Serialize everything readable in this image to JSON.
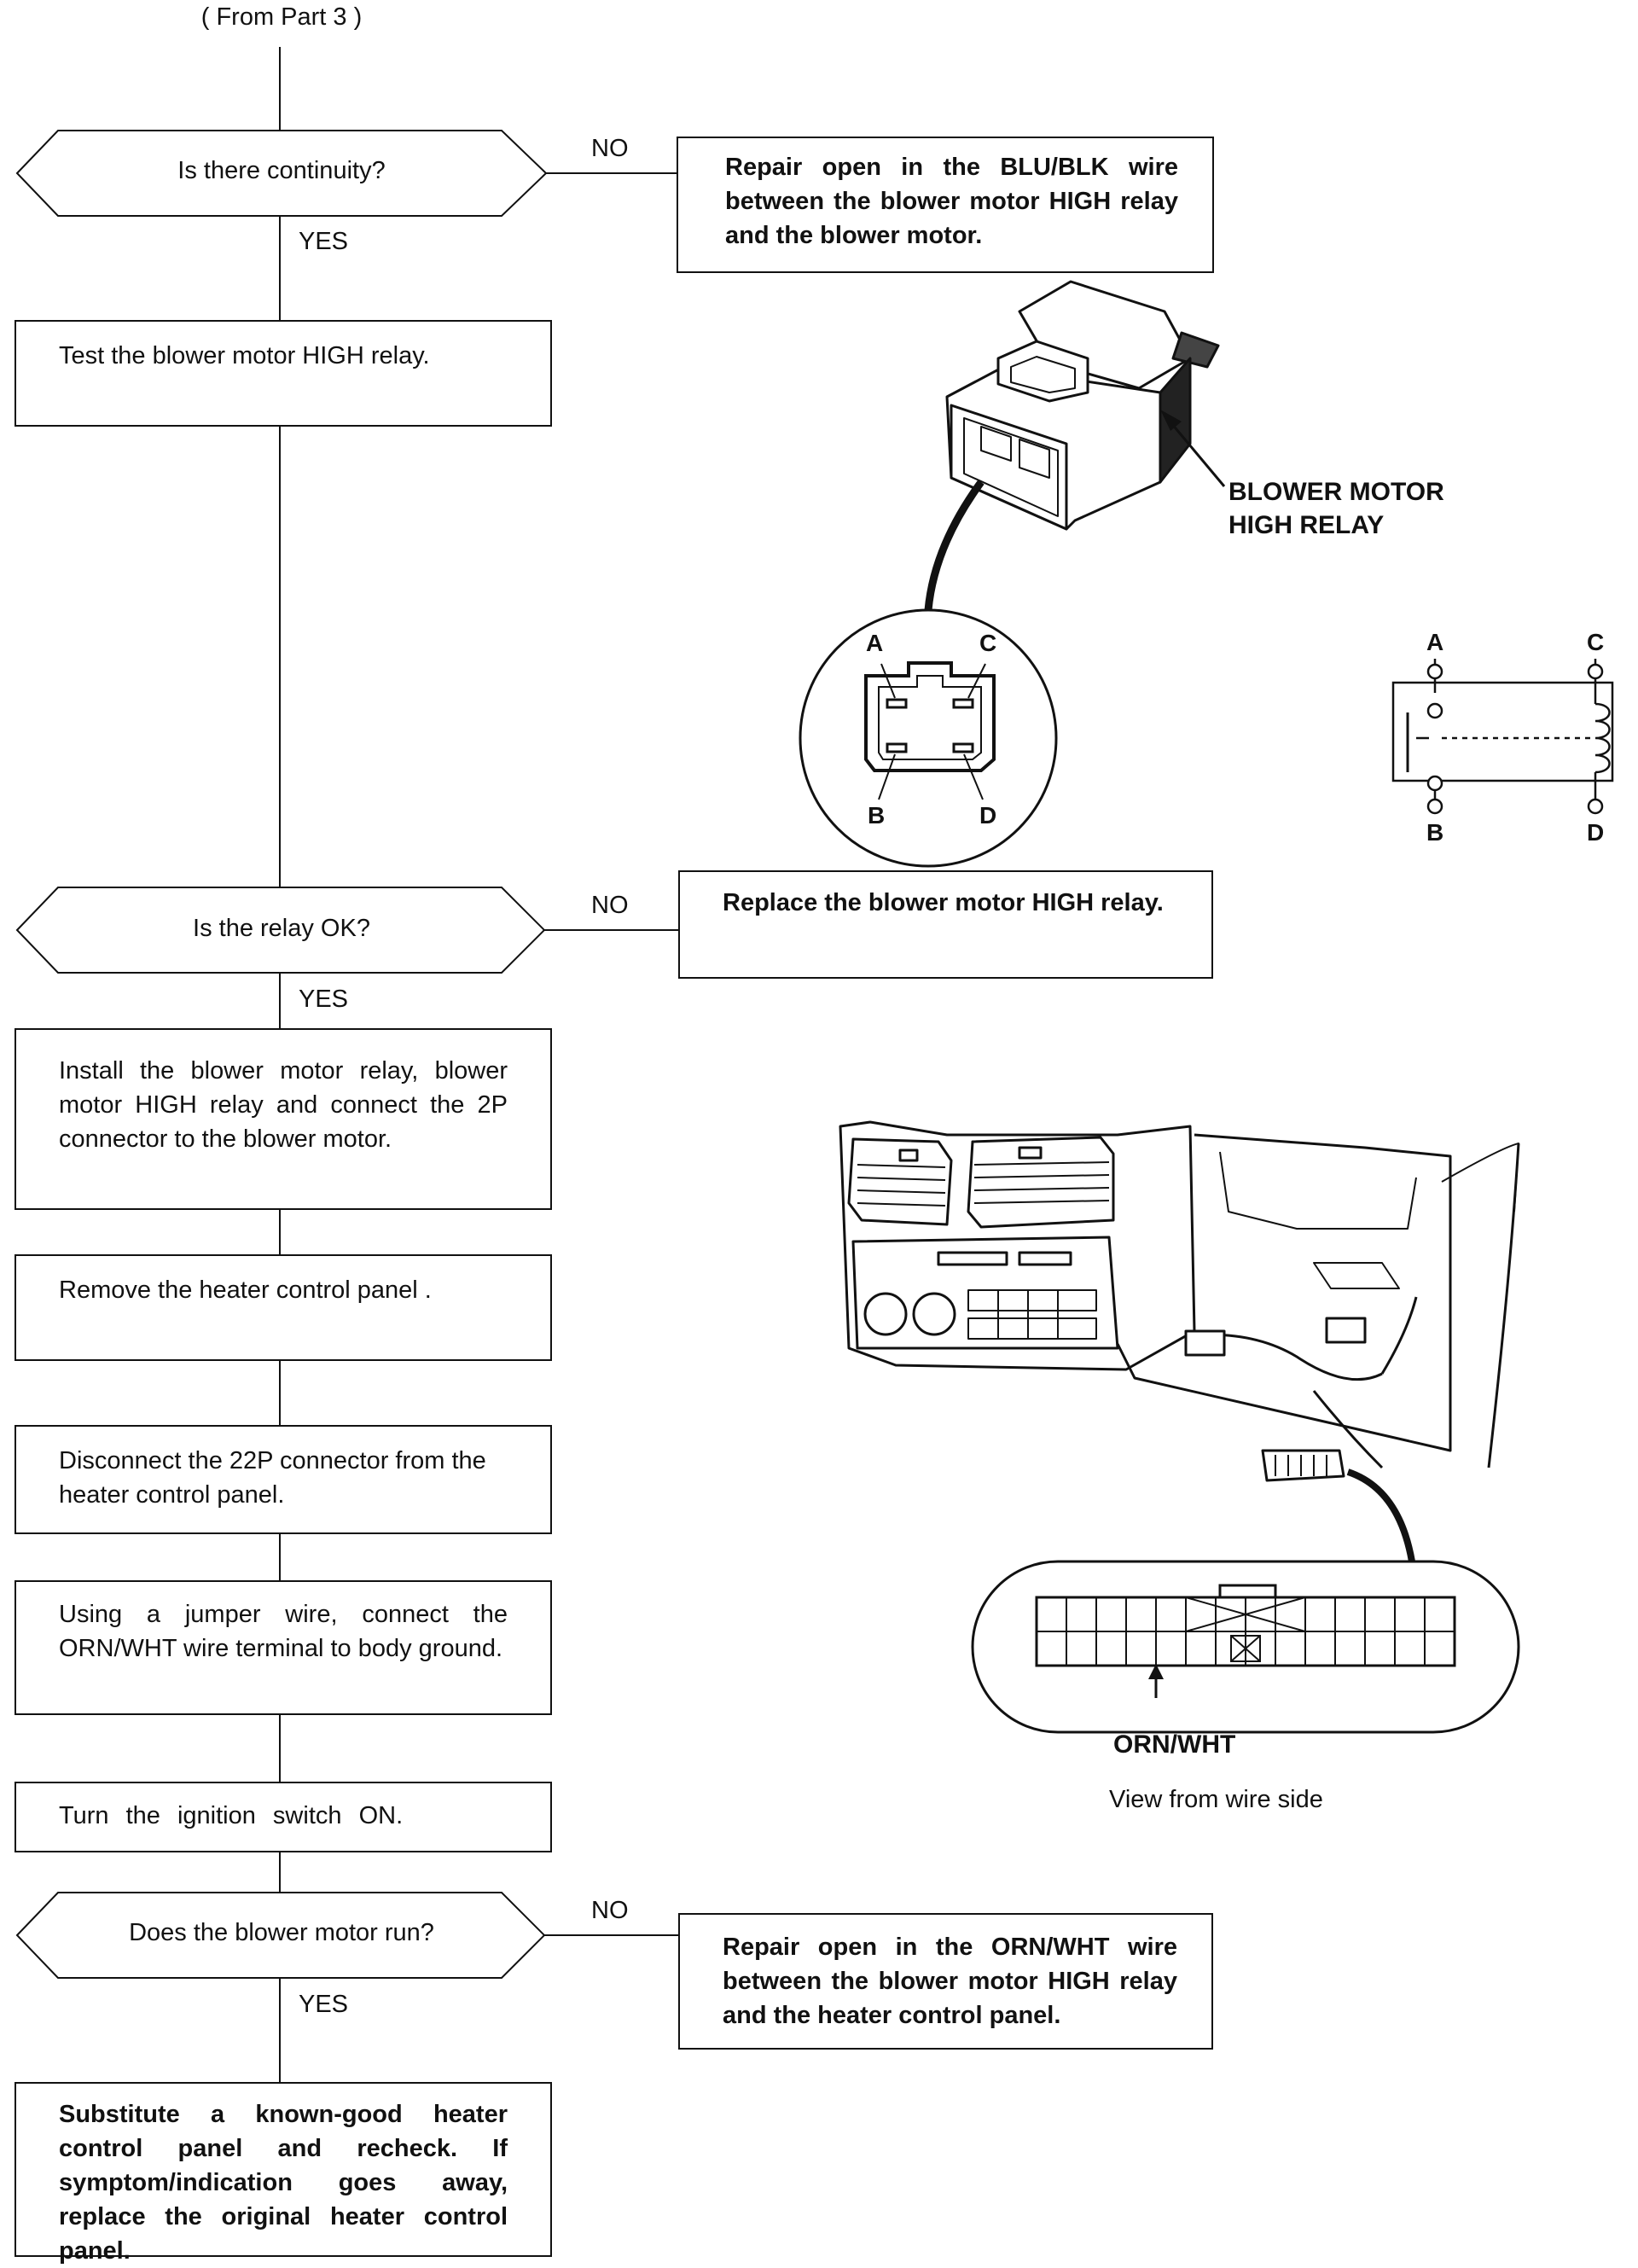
{
  "header": {
    "from": "( From Part 3 )"
  },
  "flow": {
    "decision_1": "Is there continuity?",
    "no_1": "NO",
    "yes_1": "YES",
    "result_1": "Repair open in the BLU/BLK wire between the blower motor HIGH relay and the blower motor.",
    "step_test_relay": "Test the blower motor HIGH relay.",
    "decision_2": "Is the relay OK?",
    "no_2": "NO",
    "yes_2": "YES",
    "result_2": "Replace the blower motor HIGH relay.",
    "step_install": "Install the blower motor relay, blower motor HIGH relay and connect the 2P connector to the blower motor.",
    "step_remove": "Remove the heater control panel .",
    "step_disconnect": "Disconnect the 22P connector from the heater control panel.",
    "step_jumper": "Using a jumper wire, connect the ORN/WHT wire terminal to body ground.",
    "step_ignition": "Turn the ignition switch ON.",
    "decision_3": "Does the blower motor run?",
    "no_3": "NO",
    "yes_3": "YES",
    "result_3": "Repair open in the ORN/WHT wire between the blower motor HIGH relay and the heater control panel.",
    "final": "Substitute a known-good heater control panel and recheck. If symptom/indication goes away, replace the original heater control panel."
  },
  "relay_figure": {
    "callout_line1": "BLOWER MOTOR",
    "callout_line2": "HIGH RELAY",
    "pins": {
      "a": "A",
      "b": "B",
      "c": "C",
      "d": "D"
    }
  },
  "schematic": {
    "pins": {
      "a": "A",
      "b": "B",
      "c": "C",
      "d": "D"
    }
  },
  "connector_figure": {
    "wire_label": "ORN/WHT",
    "caption": "View from wire side"
  }
}
